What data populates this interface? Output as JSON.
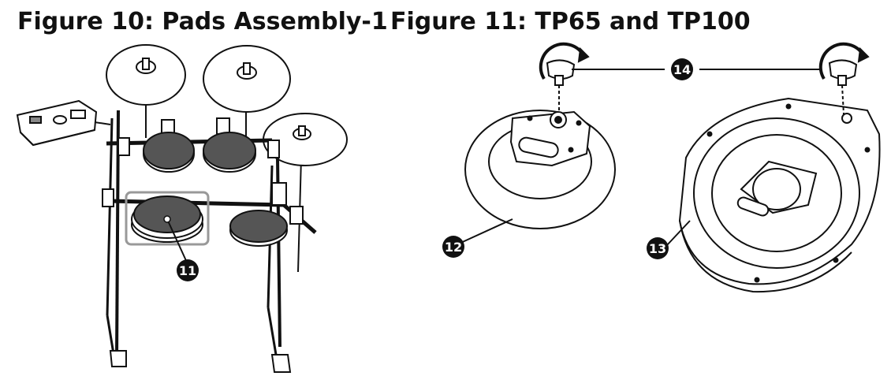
{
  "figure10": {
    "title": "Figure 10: Pads Assembly-1",
    "callout": "11"
  },
  "figure11": {
    "title": "Figure 11: TP65 and TP100",
    "callouts": {
      "tp65": "12",
      "tp100": "13",
      "wingnut": "14"
    }
  },
  "colors": {
    "pad_fill": "#555555",
    "line": "#111111",
    "highlight_box": "#999999"
  }
}
